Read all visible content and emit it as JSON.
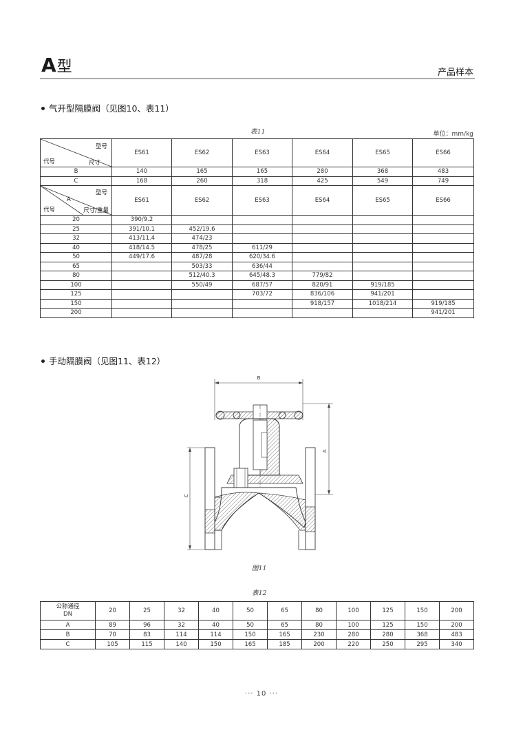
{
  "header": {
    "model_letter": "A",
    "model_suffix": "型",
    "brand": "产品样本"
  },
  "section1": {
    "title": "气开型隔膜阀（见图10、表11）"
  },
  "table11": {
    "caption": "表11",
    "unit": "单位：mm/kg",
    "header1": {
      "model_label": "型号",
      "code_label": "代号",
      "dim_label": "尺寸"
    },
    "models": [
      "ES61",
      "ES62",
      "ES63",
      "ES64",
      "ES65",
      "ES66"
    ],
    "rowB": {
      "label": "B",
      "values": [
        "140",
        "165",
        "165",
        "280",
        "368",
        "483"
      ]
    },
    "rowC": {
      "label": "C",
      "values": [
        "168",
        "260",
        "318",
        "425",
        "549",
        "749"
      ]
    },
    "header2": {
      "model_label": "型号",
      "a_label": "A",
      "code_label": "代号",
      "dim_label": "尺寸/重量"
    },
    "models2": [
      "ES61",
      "ES62",
      "ES63",
      "ES64",
      "ES65",
      "ES66"
    ],
    "rows": [
      {
        "dn": "20",
        "cells": [
          "390/9.2",
          "",
          "",
          "",
          "",
          ""
        ]
      },
      {
        "dn": "25",
        "cells": [
          "391/10.1",
          "452/19.6",
          "",
          "",
          "",
          ""
        ]
      },
      {
        "dn": "32",
        "cells": [
          "413/11.4",
          "474/23",
          "",
          "",
          "",
          ""
        ]
      },
      {
        "dn": "40",
        "cells": [
          "418/14.5",
          "478/25",
          "611/29",
          "",
          "",
          ""
        ]
      },
      {
        "dn": "50",
        "cells": [
          "449/17.6",
          "487/28",
          "620/34.6",
          "",
          "",
          ""
        ]
      },
      {
        "dn": "65",
        "cells": [
          "",
          "503/33",
          "636/44",
          "",
          "",
          ""
        ]
      },
      {
        "dn": "80",
        "cells": [
          "",
          "512/40.3",
          "645/48.3",
          "779/82",
          "",
          ""
        ]
      },
      {
        "dn": "100",
        "cells": [
          "",
          "550/49",
          "687/57",
          "820/91",
          "919/185",
          ""
        ]
      },
      {
        "dn": "125",
        "cells": [
          "",
          "",
          "703/72",
          "836/106",
          "941/201",
          ""
        ]
      },
      {
        "dn": "150",
        "cells": [
          "",
          "",
          "",
          "918/157",
          "1018/214",
          "919/185"
        ]
      },
      {
        "dn": "200",
        "cells": [
          "",
          "",
          "",
          "",
          "",
          "941/201"
        ]
      }
    ]
  },
  "section2": {
    "title": "手动隔膜阀（见图11、表12）"
  },
  "figure11": {
    "caption": "图11",
    "dim_b": "B",
    "dim_a": "A",
    "dim_c": "C"
  },
  "table12": {
    "caption": "表12",
    "head_line1": "公称通径",
    "head_line2": "DN",
    "dns": [
      "20",
      "25",
      "32",
      "40",
      "50",
      "65",
      "80",
      "100",
      "125",
      "150",
      "200"
    ],
    "rows": [
      {
        "label": "A",
        "values": [
          "89",
          "96",
          "32",
          "40",
          "50",
          "65",
          "80",
          "100",
          "125",
          "150",
          "200"
        ]
      },
      {
        "label": "B",
        "values": [
          "70",
          "83",
          "114",
          "114",
          "150",
          "165",
          "230",
          "280",
          "280",
          "368",
          "483"
        ]
      },
      {
        "label": "C",
        "values": [
          "105",
          "115",
          "140",
          "150",
          "165",
          "185",
          "200",
          "220",
          "250",
          "295",
          "340"
        ]
      }
    ]
  },
  "footer": {
    "page_number": "··· 10 ···"
  }
}
